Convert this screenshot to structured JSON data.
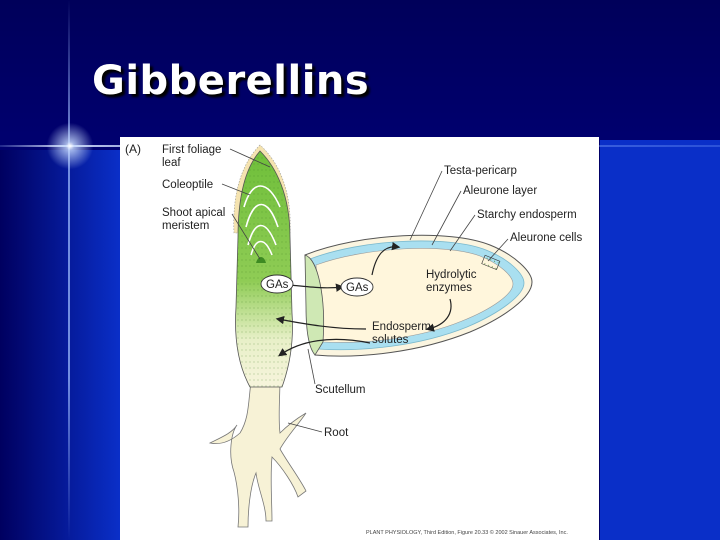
{
  "slide": {
    "title": "Gibberellins"
  },
  "figure": {
    "panel_label": "(A)",
    "labels": {
      "first_foliage_leaf_line1": "First foliage",
      "first_foliage_leaf_line2": "leaf",
      "coleoptile": "Coleoptile",
      "shoot_apical_line1": "Shoot apical",
      "shoot_apical_line2": "meristem",
      "testa_pericarp": "Testa-pericarp",
      "aleurone_layer": "Aleurone layer",
      "starchy_endosperm": "Starchy endosperm",
      "aleurone_cells": "Aleurone cells",
      "hydrolytic_line1": "Hydrolytic",
      "hydrolytic_line2": "enzymes",
      "gas_left": "GAs",
      "gas_right": "GAs",
      "endosperm_line1": "Endosperm",
      "endosperm_line2": "solutes",
      "scutellum": "Scutellum",
      "root": "Root"
    },
    "credit": "PLANT PHYSIOLOGY, Third Edition, Figure 20.33  © 2002 Sinauer Associates, Inc.",
    "colors": {
      "seedling_green": "#6fbf3a",
      "coleoptile_tan": "#f5e3b0",
      "endosperm_cream": "#fff6dc",
      "aleurone_blue": "#a9dff0",
      "scutellum_green": "#cfe8b4"
    }
  }
}
